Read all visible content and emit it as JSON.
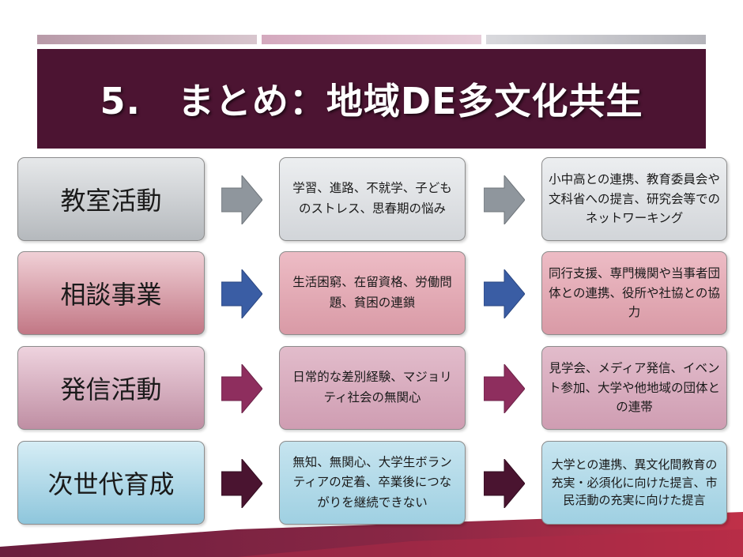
{
  "title": "5.　まとめ：地域DE多文化共生",
  "colors": {
    "title_bg": "#4c1432",
    "row1_arrow": "#8f969d",
    "row2_arrow": "#3a5da4",
    "row3_arrow": "#8e2e5e",
    "row4_arrow": "#4a1430"
  },
  "rows": [
    {
      "category": "教室活動",
      "issue": "学習、進路、不就学、子どものストレス、思春期の悩み",
      "response": "小中高との連携、教育委員会や文科省への提言、研究会等でのネットワーキング"
    },
    {
      "category": "相談事業",
      "issue": "生活困窮、在留資格、労働問題、貧困の連鎖",
      "response": "同行支援、専門機関や当事者団体との連携、役所や社協との協力"
    },
    {
      "category": "発信活動",
      "issue": "日常的な差別経験、マジョリティ社会の無関心",
      "response": "見学会、メディア発信、イベント参加、大学や他地域の団体との連帯"
    },
    {
      "category": "次世代育成",
      "issue": "無知、無関心、大学生ボランティアの定着、卒業後につながりを継続できない",
      "response": "大学との連携、異文化間教育の充実・必須化に向けた提言、市民活動の充実に向けた提言"
    }
  ]
}
